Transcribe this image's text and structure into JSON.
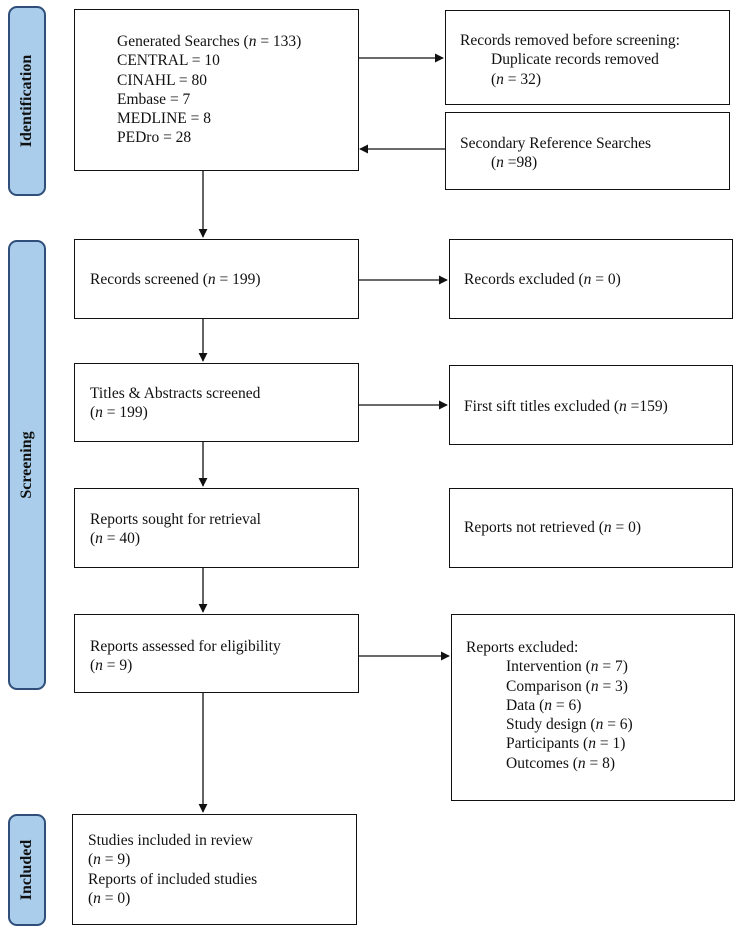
{
  "phases": {
    "identification": "Identification",
    "screening": "Screening",
    "included": "Included"
  },
  "identification": {
    "searches": {
      "title_pre": "Generated Searches (",
      "n_var": "n",
      "title_post": " = 133)",
      "lines": [
        "CENTRAL = 10",
        "CINAHL = 80",
        "Embase = 7",
        "MEDLINE = 8",
        "PEDro = 28"
      ]
    },
    "removed": {
      "title": "Records removed before screening:",
      "detail": "Duplicate records removed",
      "count_pre": "(",
      "n_var": "n",
      "count_post": " = 32)"
    },
    "secondary": {
      "title": "Secondary Reference Searches",
      "count_pre": "(",
      "n_var": "n",
      "count_post": " =98)"
    }
  },
  "screening": {
    "records_screened": {
      "pre": "Records screened (",
      "n_var": "n",
      "post": " = 199)"
    },
    "records_excluded": {
      "pre": "Records excluded (",
      "n_var": "n",
      "post": " = 0)"
    },
    "titles_screened": {
      "line1": "Titles & Abstracts screened",
      "pre": "(",
      "n_var": "n",
      "post": " = 199)"
    },
    "first_sift": {
      "pre": "First sift titles excluded (",
      "n_var": "n",
      "post": " =159)"
    },
    "reports_sought": {
      "line1": "Reports sought for retrieval",
      "pre": "(",
      "n_var": "n",
      "post": " = 40)"
    },
    "not_retrieved": {
      "pre": "Reports not retrieved (",
      "n_var": "n",
      "post": " = 0)"
    },
    "assessed": {
      "line1": "Reports assessed for eligibility",
      "pre": "(",
      "n_var": "n",
      "post": " = 9)"
    },
    "excluded": {
      "title": "Reports excluded:",
      "reasons": [
        {
          "pre": "Intervention (",
          "n_var": "n",
          "post": " = 7)"
        },
        {
          "pre": "Comparison (",
          "n_var": "n",
          "post": " = 3)"
        },
        {
          "pre": "Data (",
          "n_var": "n",
          "post": " = 6)"
        },
        {
          "pre": "Study design (",
          "n_var": "n",
          "post": " = 6)"
        },
        {
          "pre": "Participants (",
          "n_var": "n",
          "post": " = 1)"
        },
        {
          "pre": "Outcomes (",
          "n_var": "n",
          "post": " = 8)"
        }
      ]
    }
  },
  "included": {
    "studies_label": "Studies included in review",
    "studies": {
      "pre": "(",
      "n_var": "n",
      "post": " = 9)"
    },
    "reports_label": "Reports of included studies",
    "reports": {
      "pre": "(",
      "n_var": "n",
      "post": " = 0)"
    }
  }
}
